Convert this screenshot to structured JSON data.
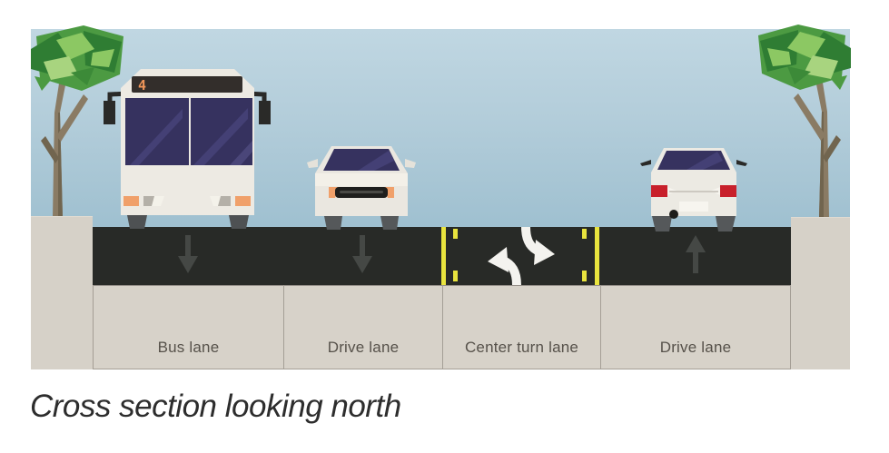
{
  "diagram": {
    "caption": "Cross section looking north",
    "lanes": [
      {
        "label": "Bus lane",
        "marking": "down-arrow"
      },
      {
        "label": "Drive lane",
        "marking": "down-arrow"
      },
      {
        "label": "Center turn lane",
        "marking": "dual-turn-arrows"
      },
      {
        "label": "Drive lane",
        "marking": "up-arrow"
      }
    ],
    "vehicles": {
      "bus": {
        "route_number": "4",
        "lane": "Bus lane"
      },
      "car_front": {
        "lane": "Drive lane"
      },
      "car_rear": {
        "lane": "Drive lane"
      }
    },
    "colors": {
      "sky_top": "#c0d7e2",
      "sky_bottom": "#9fc0d0",
      "road": "#282a27",
      "sidewalk": "#d6d1c8",
      "lane_box_fill": "#d7d2c9",
      "lane_box_border": "#a49e95",
      "lane_line_yellow": "#e9e43e",
      "lane_arrow_gray": "#454845",
      "turn_arrow_white": "#f4f3ef",
      "label_text": "#56514a",
      "caption_text": "#2d2d2d",
      "vehicle_body": "#edeae3",
      "window_navy": "#36325f",
      "taillight_red": "#c8202b",
      "accent_orange": "#f0a06a",
      "bus_sign_digit": "#ef9559",
      "tree_green_dark": "#2f7d33",
      "tree_green_mid": "#4c9a42",
      "tree_green_light": "#8cc863",
      "trunk_brown": "#8a7b64"
    }
  }
}
